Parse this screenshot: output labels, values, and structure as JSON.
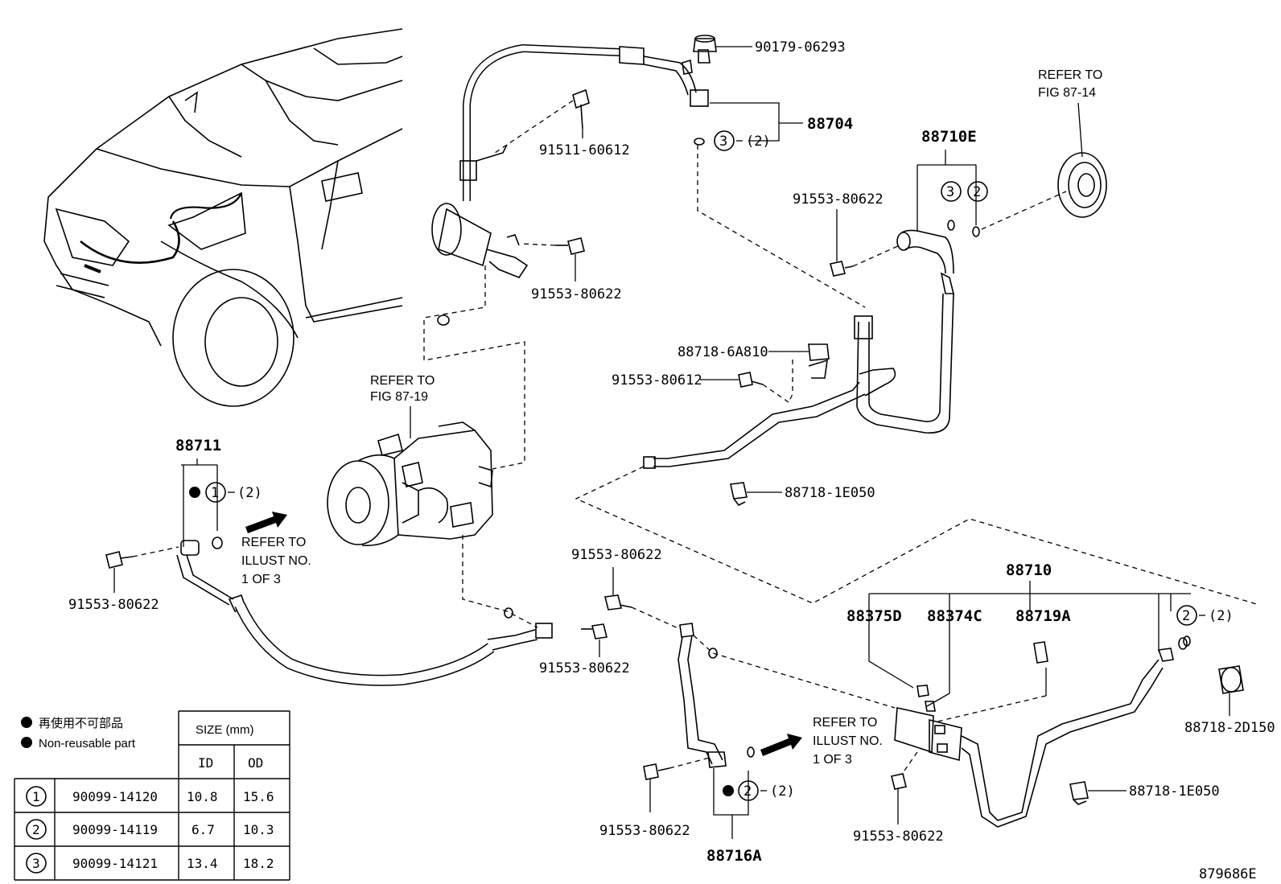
{
  "labels": {
    "p90179": "90179-06293",
    "p88704": "88704",
    "p91511": "91511-60612",
    "p91553_a": "91553-80622",
    "p91553_b": "91553-80622",
    "p91553_c": "91553-80622",
    "p91553_d": "91553-80622",
    "p91553_e": "91553-80622",
    "p91553_f": "91553-80622",
    "p91553_g": "91553-80622",
    "p91553_80612": "91553-80612",
    "p88710E": "88710E",
    "p88718_6A810": "88718-6A810",
    "p88718_1E050_a": "88718-1E050",
    "p88718_1E050_b": "88718-1E050",
    "p88718_2D150": "88718-2D150",
    "p88711": "88711",
    "p88710": "88710",
    "p88375D": "88375D",
    "p88374C": "88374C",
    "p88719A": "88719A",
    "p88716A": "88716A",
    "qty2": "(2)",
    "circle1": "1",
    "circle2": "2",
    "circle3": "3",
    "image_code": "879686E"
  },
  "refs": {
    "fig87_14_line1": "REFER TO",
    "fig87_14_line2": "FIG 87-14",
    "fig87_19_line1": "REFER TO",
    "fig87_19_line2": "FIG 87-19",
    "illust_a_line1": "REFER TO",
    "illust_a_line2": "ILLUST NO.",
    "illust_a_line3": "1 OF 3",
    "illust_b_line1": "REFER TO",
    "illust_b_line2": "ILLUST NO.",
    "illust_b_line3": "1 OF 3"
  },
  "legend": {
    "jp": "再使用不可部品",
    "en": "Non-reusable part"
  },
  "size_table": {
    "header": "SIZE (mm)",
    "col_id": "ID",
    "col_od": "OD",
    "rows": [
      {
        "mark": "1",
        "part": "90099-14120",
        "id": "10.8",
        "od": "15.6"
      },
      {
        "mark": "2",
        "part": "90099-14119",
        "id": "6.7",
        "od": "10.3"
      },
      {
        "mark": "3",
        "part": "90099-14121",
        "id": "13.4",
        "od": "18.2"
      }
    ]
  }
}
